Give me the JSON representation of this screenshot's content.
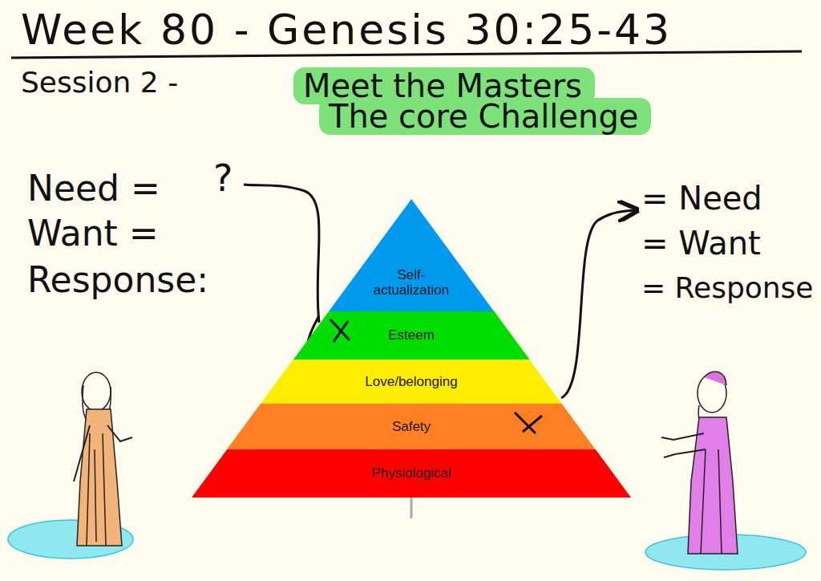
{
  "diagram": {
    "title": "Week 80 - Genesis 30:25-43",
    "nodes": [
      {
        "text": [
          "Meet the Masters"
        ]
      },
      {
        "text": [
          "The core Challenge"
        ]
      },
      {
        "text": [
          "Self-actualization"
        ]
      },
      {
        "text": [
          "Esteem"
        ]
      },
      {
        "text": [
          "Love/belonging"
        ]
      },
      {
        "text": [
          "Safety"
        ]
      },
      {
        "text": [
          "Physiological"
        ]
      }
    ],
    "edges": [
      {
        "from": 3,
        "to": 4,
        "arrow": "to"
      }
    ],
    "labels": [
      "Session 2 -",
      "?",
      "Need =",
      "Want =",
      "Response:",
      "= Need",
      "= Want",
      "= Response"
    ]
  }
}
